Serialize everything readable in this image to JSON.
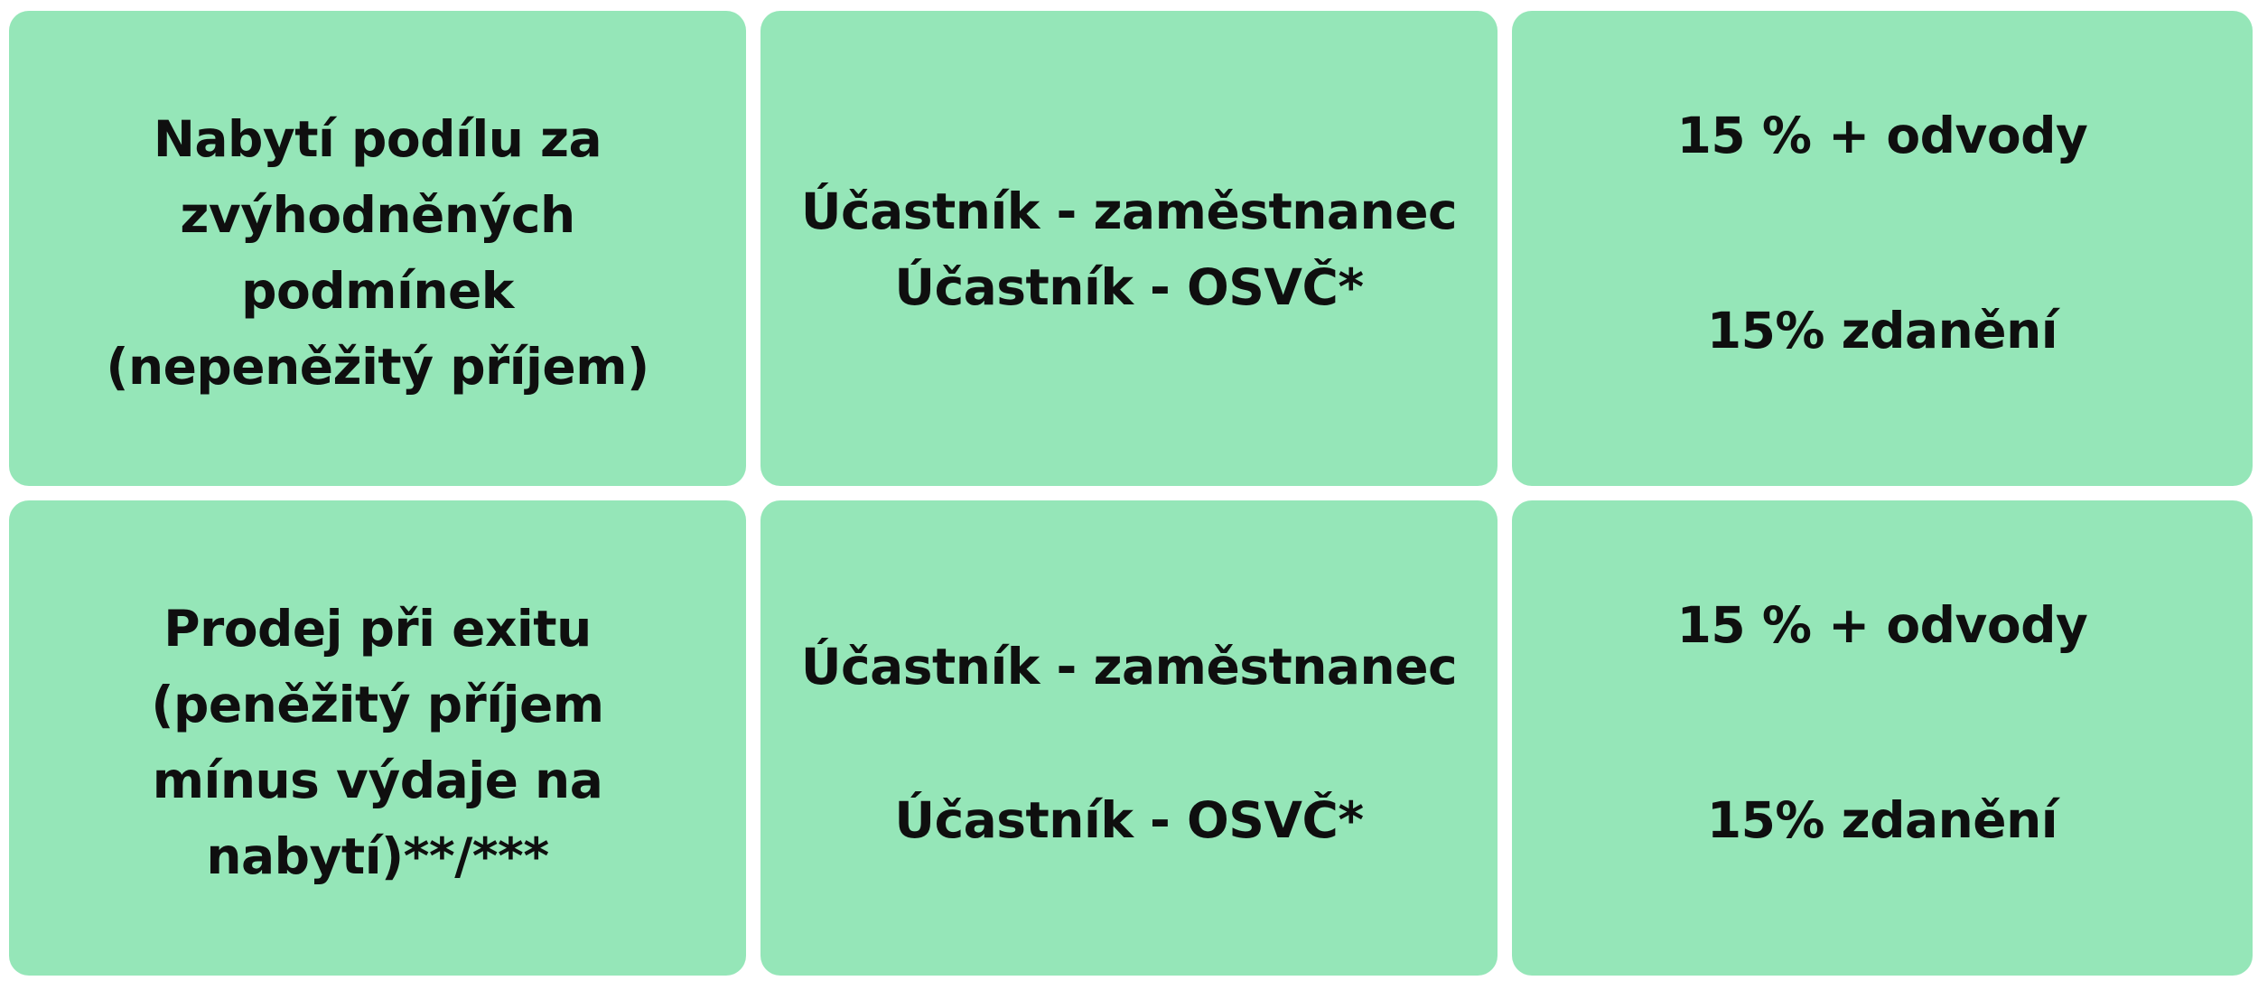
{
  "table": {
    "rows": [
      {
        "situation": [
          "Nabytí podílu za",
          "zvýhodněných",
          "podmínek",
          "(nepeněžitý příjem)"
        ],
        "participants": [
          "Účastník - zaměstnanec",
          "Účastník - OSVČ*"
        ],
        "taxation": [
          "15 % + odvody",
          "15% zdanění"
        ]
      },
      {
        "situation": [
          "Prodej při exitu",
          "(peněžitý příjem",
          "mínus výdaje na",
          "nabytí)**/***"
        ],
        "participants": [
          "Účastník - zaměstnanec",
          "Účastník - OSVČ*"
        ],
        "taxation": [
          "15 % + odvody",
          "15% zdanění"
        ]
      }
    ]
  },
  "colors": {
    "cell_background": "#95e6b8",
    "text": "#0f0f0f",
    "page_background": "#ffffff"
  }
}
